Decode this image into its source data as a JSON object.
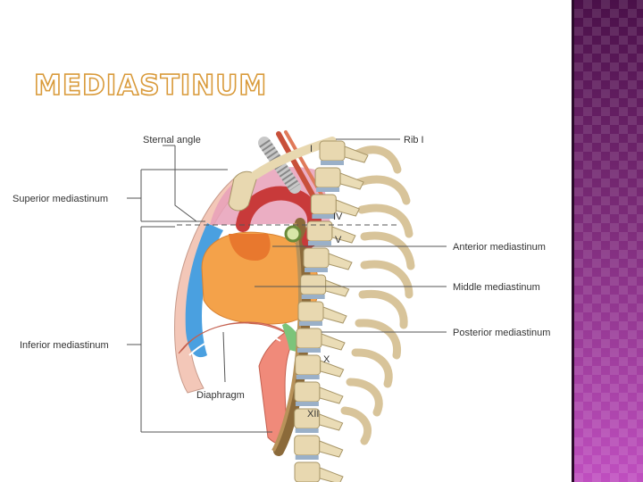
{
  "title": "MEDIASTINUM",
  "labels": {
    "sternal_angle": "Sternal angle",
    "superior_mediastinum": "Superior mediastinum",
    "inferior_mediastinum": "Inferior mediastinum",
    "diaphragm": "Diaphragm",
    "rib_i": "Rib I",
    "anterior_mediastinum": "Anterior mediastinum",
    "middle_mediastinum": "Middle mediastinum",
    "posterior_mediastinum": "Posterior mediastinum"
  },
  "vertebra_labels": {
    "i": "I",
    "iv": "IV",
    "v": "V",
    "x": "X",
    "xii": "XII"
  },
  "colors": {
    "side_band": "#7a2a7a",
    "title_outline": "#d99a3a",
    "anterior": "#4aa0e0",
    "heart": "#f4a24a",
    "aorta": "#c83a3a",
    "esophagus": "#8b6a3a",
    "bone": "#e8d8b0",
    "diaphragm": "#f08a7a"
  }
}
